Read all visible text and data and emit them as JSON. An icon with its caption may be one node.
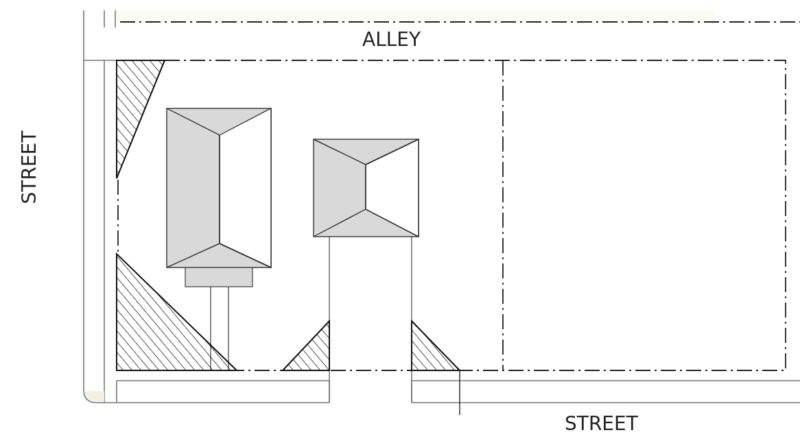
{
  "diagram": {
    "labels": [
      "ALLEY",
      "STREET",
      "STREET"
    ]
  }
}
